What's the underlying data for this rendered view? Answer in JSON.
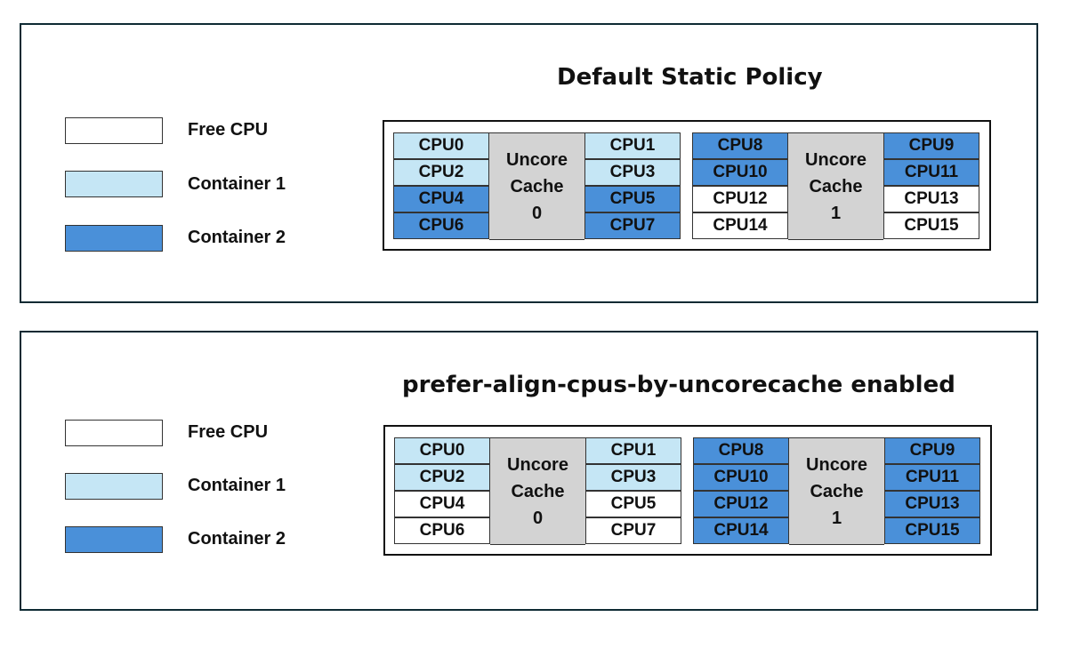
{
  "colors": {
    "free": "#ffffff",
    "container_1": "#c5e6f5",
    "container_2": "#4a90d9"
  },
  "panels": [
    {
      "title": "Default Static Policy",
      "legend": [
        {
          "label": "Free CPU",
          "state": "free"
        },
        {
          "label": "Container 1",
          "state": "container_1"
        },
        {
          "label": "Container 2",
          "state": "container_2"
        }
      ],
      "groups": [
        {
          "cache_label": [
            "Uncore",
            "Cache",
            "0"
          ],
          "left": [
            {
              "label": "CPU0",
              "state": "container_1"
            },
            {
              "label": "CPU2",
              "state": "container_1"
            },
            {
              "label": "CPU4",
              "state": "container_2"
            },
            {
              "label": "CPU6",
              "state": "container_2"
            }
          ],
          "right": [
            {
              "label": "CPU1",
              "state": "container_1"
            },
            {
              "label": "CPU3",
              "state": "container_1"
            },
            {
              "label": "CPU5",
              "state": "container_2"
            },
            {
              "label": "CPU7",
              "state": "container_2"
            }
          ]
        },
        {
          "cache_label": [
            "Uncore",
            "Cache",
            "1"
          ],
          "left": [
            {
              "label": "CPU8",
              "state": "container_2"
            },
            {
              "label": "CPU10",
              "state": "container_2"
            },
            {
              "label": "CPU12",
              "state": "free"
            },
            {
              "label": "CPU14",
              "state": "free"
            }
          ],
          "right": [
            {
              "label": "CPU9",
              "state": "container_2"
            },
            {
              "label": "CPU11",
              "state": "container_2"
            },
            {
              "label": "CPU13",
              "state": "free"
            },
            {
              "label": "CPU15",
              "state": "free"
            }
          ]
        }
      ]
    },
    {
      "title": "prefer-align-cpus-by-uncorecache enabled",
      "legend": [
        {
          "label": "Free CPU",
          "state": "free"
        },
        {
          "label": "Container 1",
          "state": "container_1"
        },
        {
          "label": "Container 2",
          "state": "container_2"
        }
      ],
      "groups": [
        {
          "cache_label": [
            "Uncore",
            "Cache",
            "0"
          ],
          "left": [
            {
              "label": "CPU0",
              "state": "container_1"
            },
            {
              "label": "CPU2",
              "state": "container_1"
            },
            {
              "label": "CPU4",
              "state": "free"
            },
            {
              "label": "CPU6",
              "state": "free"
            }
          ],
          "right": [
            {
              "label": "CPU1",
              "state": "container_1"
            },
            {
              "label": "CPU3",
              "state": "container_1"
            },
            {
              "label": "CPU5",
              "state": "free"
            },
            {
              "label": "CPU7",
              "state": "free"
            }
          ]
        },
        {
          "cache_label": [
            "Uncore",
            "Cache",
            "1"
          ],
          "left": [
            {
              "label": "CPU8",
              "state": "container_2"
            },
            {
              "label": "CPU10",
              "state": "container_2"
            },
            {
              "label": "CPU12",
              "state": "container_2"
            },
            {
              "label": "CPU14",
              "state": "container_2"
            }
          ],
          "right": [
            {
              "label": "CPU9",
              "state": "container_2"
            },
            {
              "label": "CPU11",
              "state": "container_2"
            },
            {
              "label": "CPU13",
              "state": "container_2"
            },
            {
              "label": "CPU15",
              "state": "container_2"
            }
          ]
        }
      ]
    }
  ]
}
